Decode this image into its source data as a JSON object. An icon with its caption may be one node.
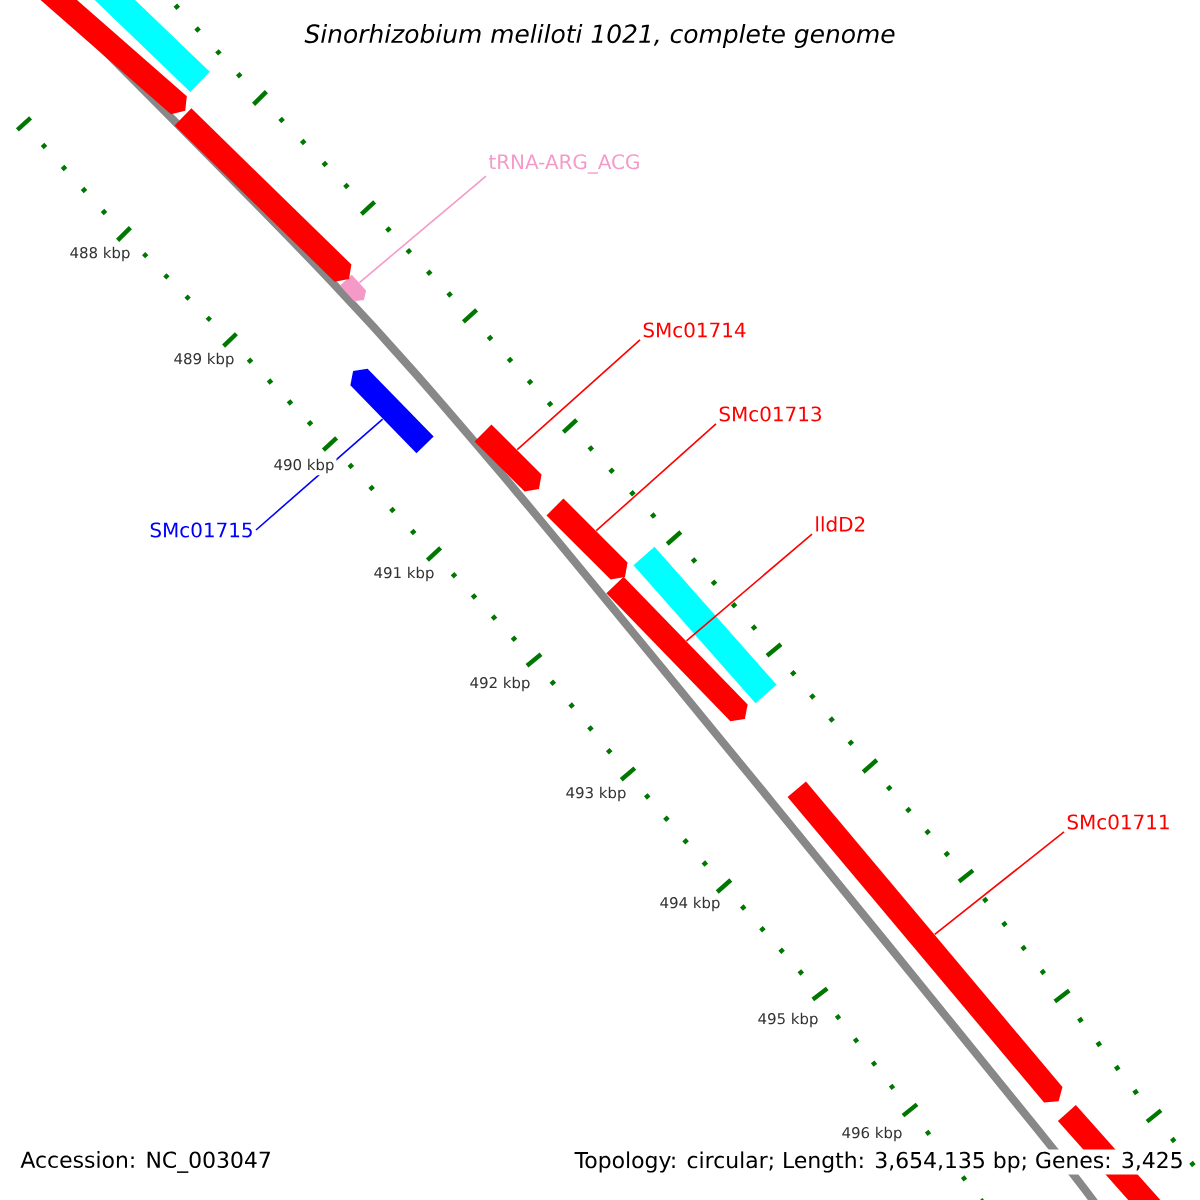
{
  "diagram": {
    "title": "Sinorhizobium meliloti 1021, complete genome",
    "nodes": [
      {
        "text": [
          "tRNA-ARG_ACG"
        ]
      },
      {
        "text": [],
        "shape": "arrow"
      },
      {
        "text": [
          "SMc01714"
        ]
      },
      {
        "text": [],
        "shape": "arrow"
      },
      {
        "text": [
          "SMc01713"
        ]
      },
      {
        "text": [],
        "shape": "arrow"
      },
      {
        "text": [
          "SMc01715"
        ]
      },
      {
        "text": [],
        "shape": "arrow"
      },
      {
        "text": [
          "lldD2"
        ]
      },
      {
        "text": [],
        "shape": "arrow"
      },
      {
        "text": [
          "SMc01711"
        ]
      },
      {
        "text": [],
        "shape": "arrow"
      },
      {
        "text": [],
        "shape": "arrow"
      },
      {
        "text": [],
        "shape": "bar"
      },
      {
        "text": [],
        "shape": "arrow"
      },
      {
        "text": [],
        "shape": "bar"
      },
      {
        "text": [],
        "shape": "arrow"
      }
    ],
    "edges": [
      {
        "from": 0,
        "to": 1,
        "arrow": "none",
        "color": "#f59ac8"
      },
      {
        "from": 2,
        "to": 3,
        "arrow": "none"
      },
      {
        "from": 4,
        "to": 5,
        "arrow": "none"
      },
      {
        "from": 6,
        "to": 7,
        "arrow": "none",
        "color": "#0000ff"
      },
      {
        "from": 8,
        "to": 9,
        "arrow": "none"
      },
      {
        "from": 10,
        "to": 11,
        "arrow": "none"
      }
    ],
    "labels": [
      "488 kbp",
      "489 kbp",
      "490 kbp",
      "491 kbp",
      "492 kbp",
      "493 kbp",
      "494 kbp",
      "495 kbp",
      "496 kbp",
      "Accession: NC_003047",
      "Topology: circular; Length: 3,654,135 bp; Genes: 3,425"
    ]
  }
}
